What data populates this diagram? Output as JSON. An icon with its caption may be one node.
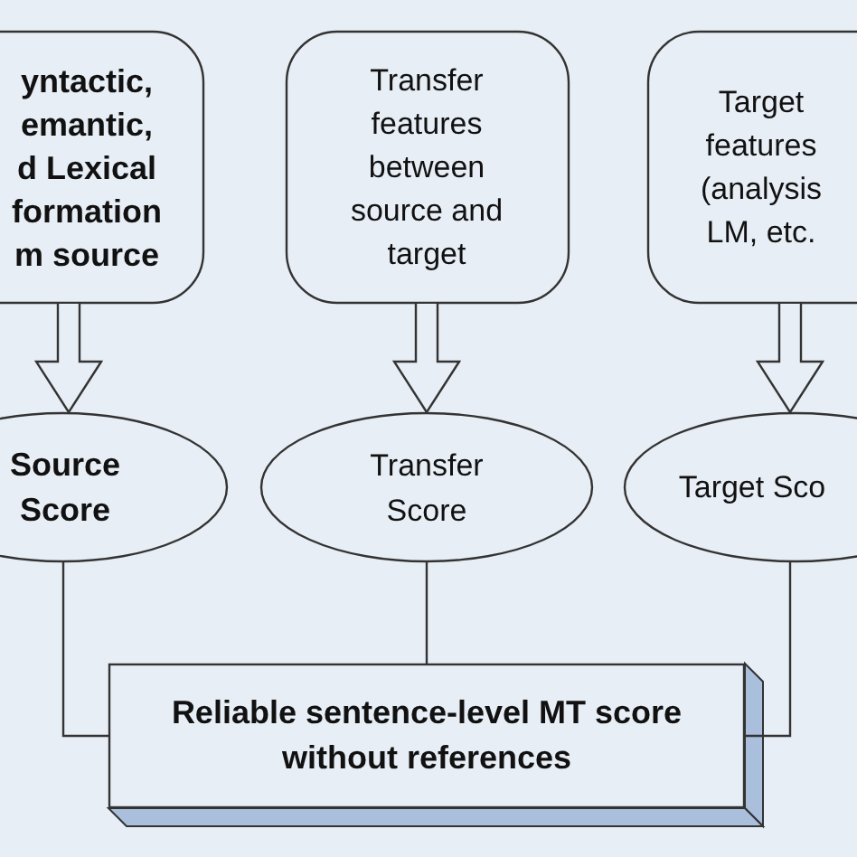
{
  "diagram": {
    "nodes": [
      {
        "text": [
          "yntactic, emantic, d Lexical formation m source"
        ]
      },
      {
        "text": [
          "Transfer features between source and target"
        ]
      },
      {
        "text": [
          "Target features (analysis LM, etc."
        ]
      },
      {
        "text": [
          "Source Score"
        ]
      },
      {
        "text": [
          "Transfer Score"
        ]
      },
      {
        "text": [
          "Target Sco"
        ]
      },
      {
        "text": [
          "Reliable sentence-level MT score without references"
        ]
      }
    ],
    "edges": [
      {
        "from": 0,
        "to": 3,
        "arrow": "to",
        "style": "thick"
      },
      {
        "from": 1,
        "to": 4,
        "arrow": "to",
        "style": "thick"
      },
      {
        "from": 2,
        "to": 5,
        "arrow": "to",
        "style": "thick"
      },
      {
        "from": 3,
        "to": 6,
        "arrow": "none"
      },
      {
        "from": 4,
        "to": 6,
        "arrow": "none"
      },
      {
        "from": 5,
        "to": 6,
        "arrow": "none"
      }
    ]
  }
}
